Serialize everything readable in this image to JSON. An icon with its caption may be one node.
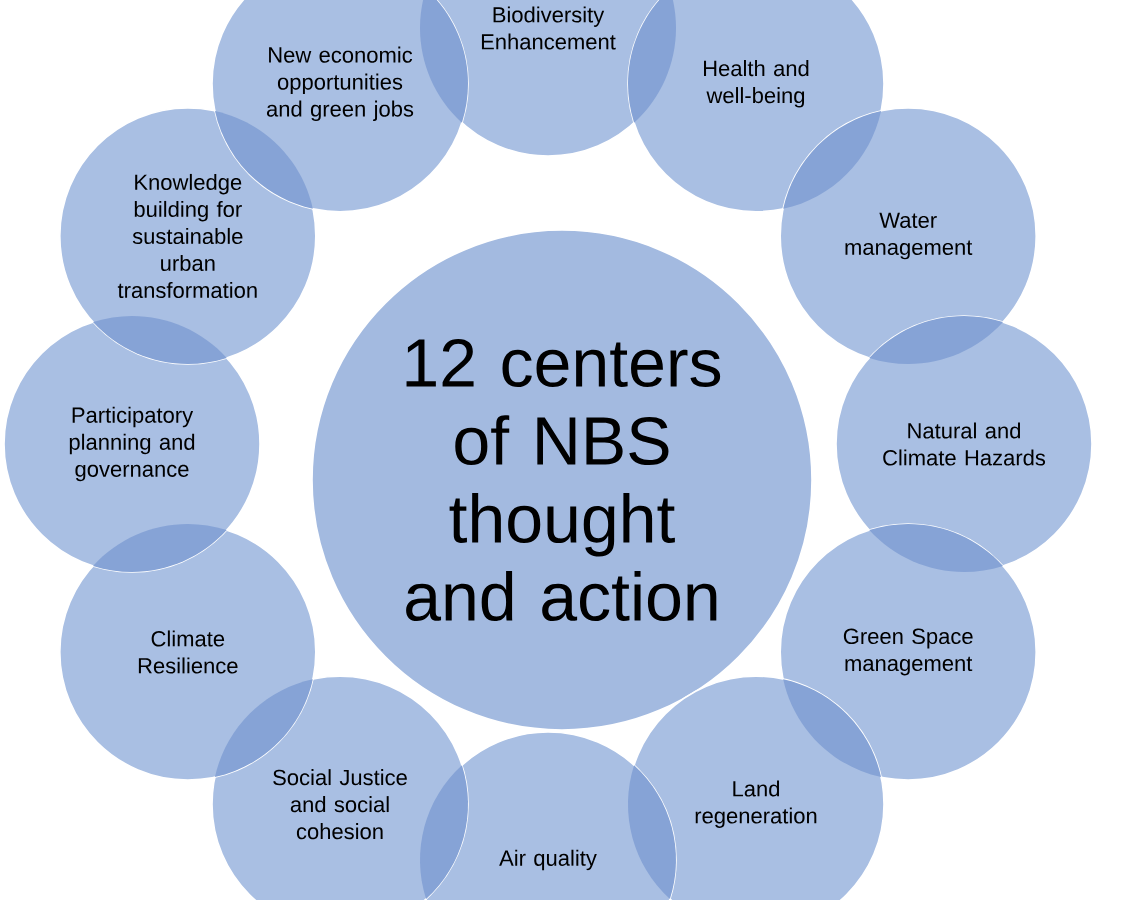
{
  "diagram": {
    "nodes": [
      {
        "text": [
          "12 centers of NBS thought and action"
        ]
      },
      {
        "text": [
          "Biodiversity Enhancement"
        ]
      },
      {
        "text": [
          "Health and well-being"
        ]
      },
      {
        "text": [
          "Water management"
        ]
      },
      {
        "text": [
          "Natural and Climate Hazards"
        ]
      },
      {
        "text": [
          "Green Space management"
        ]
      },
      {
        "text": [
          "Land regeneration"
        ]
      },
      {
        "text": [
          "Air quality"
        ]
      },
      {
        "text": [
          "Social Justice and social cohesion"
        ]
      },
      {
        "text": [
          "Climate Resilience"
        ]
      },
      {
        "text": [
          "Participatory planning and governance"
        ]
      },
      {
        "text": [
          "Knowledge building for sustainable urban transformation"
        ]
      },
      {
        "text": [
          "New economic opportunities and green jobs"
        ]
      }
    ]
  }
}
